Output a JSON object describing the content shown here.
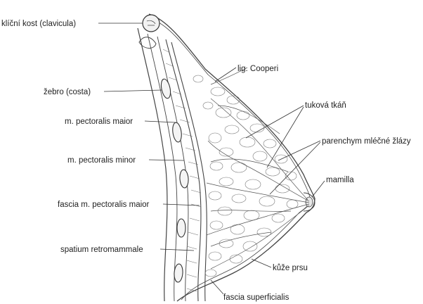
{
  "labels": {
    "clavicula": "klíční kost (clavicula)",
    "costa": "žebro (costa)",
    "pect_major": "m. pectoralis maior",
    "pect_minor": "m. pectoralis minor",
    "fascia_pect": "fascia m. pectoralis maior",
    "retromammale": "spatium retromammale",
    "cooper": "lig. Cooperi",
    "tukova": "tuková tkáň",
    "parenchym": "parenchym mléčné žlázy",
    "mamilla": "mamilla",
    "kuze": "kůže prsu",
    "superficialis": "fascia superficialis"
  },
  "colors": {
    "ink": "#333333",
    "background": "#ffffff"
  }
}
